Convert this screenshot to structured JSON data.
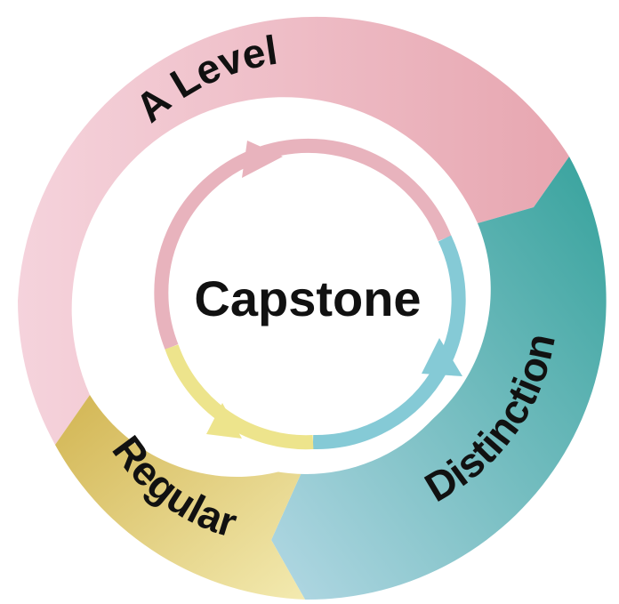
{
  "diagram": {
    "center_label": "Capstone",
    "segments": [
      {
        "id": "a-level",
        "label": "A Level",
        "color_from": "#f3cdd7",
        "color_to": "#e9a8b2"
      },
      {
        "id": "distinction",
        "label": "Distinction",
        "color_from": "#a7cfdc",
        "color_to": "#3ea7a1"
      },
      {
        "id": "regular",
        "label": "Regular",
        "color_from": "#d7bd57",
        "color_to": "#efe39c"
      }
    ],
    "inner_ring_colors": {
      "pink": "#e8b3bd",
      "teal": "#85cad6",
      "yellow": "#ede48c"
    }
  }
}
